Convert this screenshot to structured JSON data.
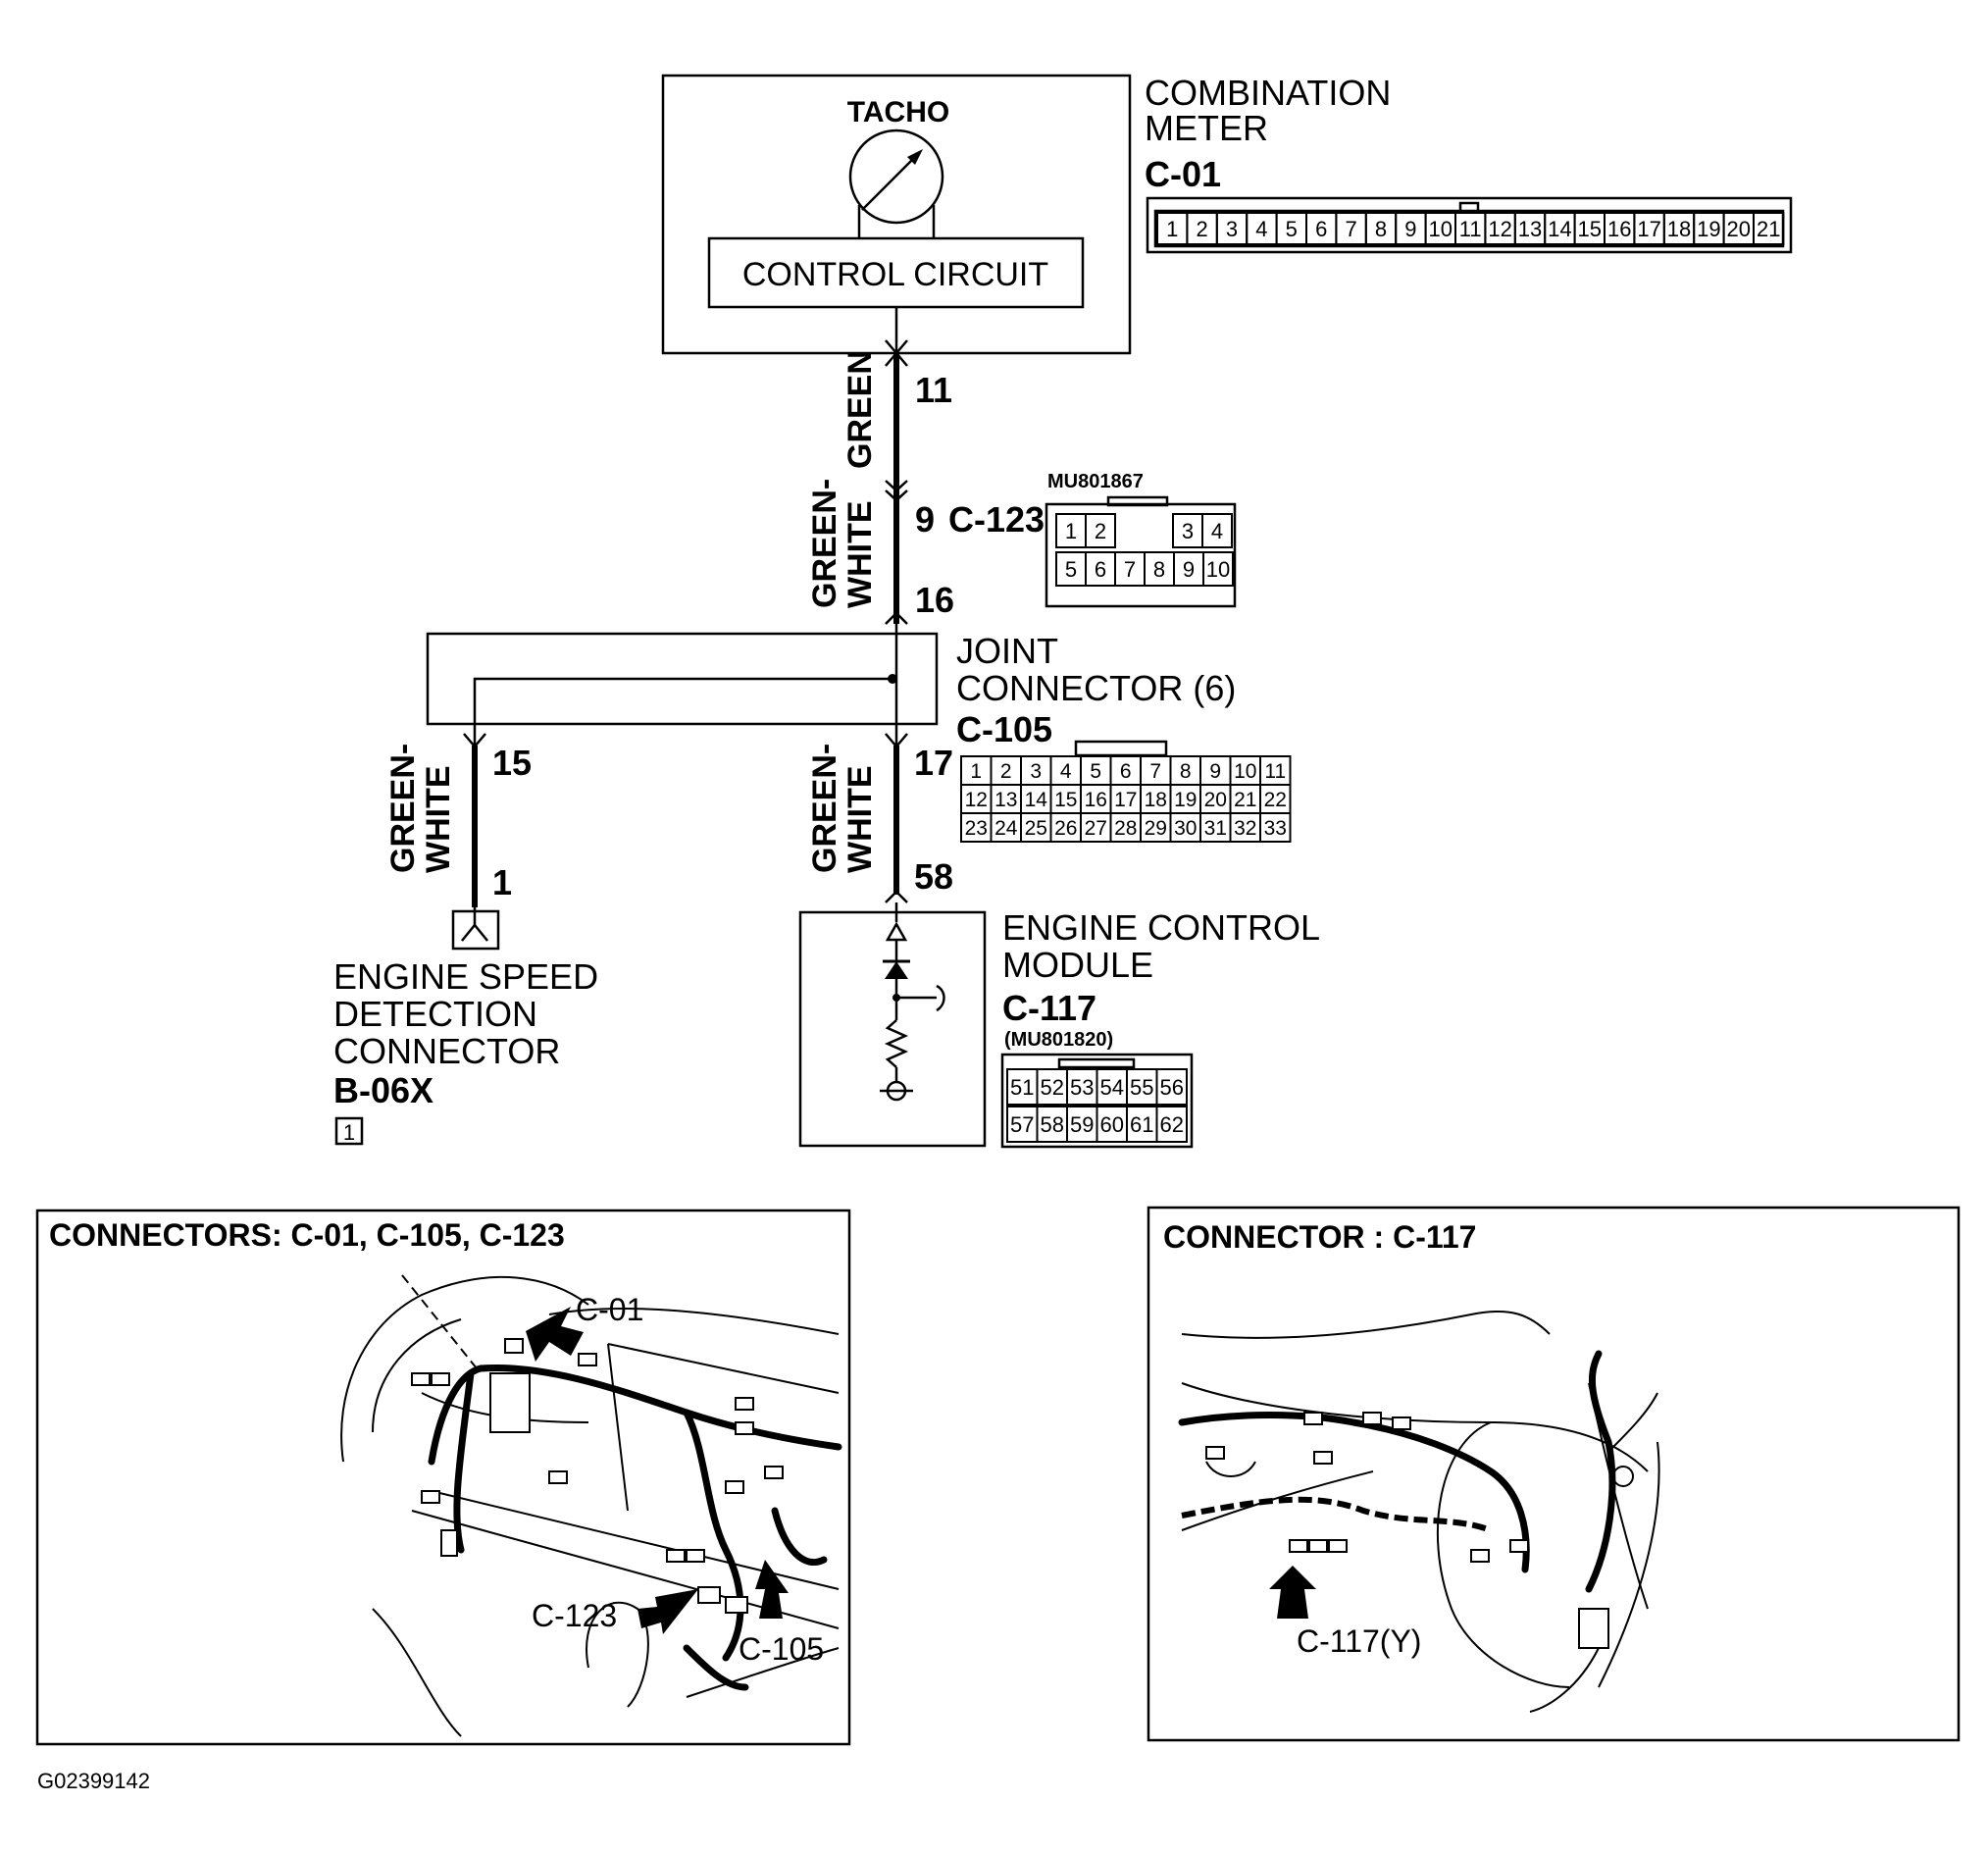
{
  "meter": {
    "gauge_label": "TACHO",
    "circuit_label": "CONTROL CIRCUIT",
    "name_line1": "COMBINATION",
    "name_line2": "METER",
    "code": "C-01",
    "pins": [
      "1",
      "2",
      "3",
      "4",
      "5",
      "6",
      "7",
      "8",
      "9",
      "10",
      "11",
      "12",
      "13",
      "14",
      "15",
      "16",
      "17",
      "18",
      "19",
      "20",
      "21"
    ]
  },
  "wires": {
    "top": {
      "color": "GREEN",
      "pin_top": "11",
      "pin_bottom": "9"
    },
    "mid": {
      "color_line1": "GREEN-",
      "color_line2": "WHITE",
      "pin_bottom": "16"
    },
    "left": {
      "color_line1": "GREEN-",
      "color_line2": "WHITE",
      "pin_top": "15",
      "pin_bottom": "1"
    },
    "right": {
      "color_line1": "GREEN-",
      "color_line2": "WHITE",
      "pin_top": "17",
      "pin_bottom": "58"
    }
  },
  "c123": {
    "code": "C-123",
    "part_number": "MU801867",
    "row1": [
      "1",
      "2",
      "3",
      "4"
    ],
    "row2": [
      "5",
      "6",
      "7",
      "8",
      "9",
      "10"
    ]
  },
  "joint": {
    "name_line1": "JOINT",
    "name_line2": "CONNECTOR (6)",
    "code": "C-105",
    "rows": [
      [
        "1",
        "2",
        "3",
        "4",
        "5",
        "6",
        "7",
        "8",
        "9",
        "10",
        "11"
      ],
      [
        "12",
        "13",
        "14",
        "15",
        "16",
        "17",
        "18",
        "19",
        "20",
        "21",
        "22"
      ],
      [
        "23",
        "24",
        "25",
        "26",
        "27",
        "28",
        "29",
        "30",
        "31",
        "32",
        "33"
      ]
    ]
  },
  "esd": {
    "name_line1": "ENGINE SPEED",
    "name_line2": "DETECTION",
    "name_line3": "CONNECTOR",
    "code": "B-06X",
    "badge": "1"
  },
  "ecm": {
    "name_line1": "ENGINE CONTROL",
    "name_line2": "MODULE",
    "code": "C-117",
    "part_number": "(MU801820)",
    "row1": [
      "51",
      "52",
      "53",
      "54",
      "55",
      "56"
    ],
    "row2": [
      "57",
      "58",
      "59",
      "60",
      "61",
      "62"
    ]
  },
  "panel_left": {
    "title": "CONNECTORS: C-01, C-105, C-123",
    "callout_c01": "C-01",
    "callout_c123": "C-123",
    "callout_c105": "C-105"
  },
  "panel_right": {
    "title": "CONNECTOR : C-117",
    "callout_c117": "C-117(Y)"
  },
  "figure_id": "G02399142"
}
